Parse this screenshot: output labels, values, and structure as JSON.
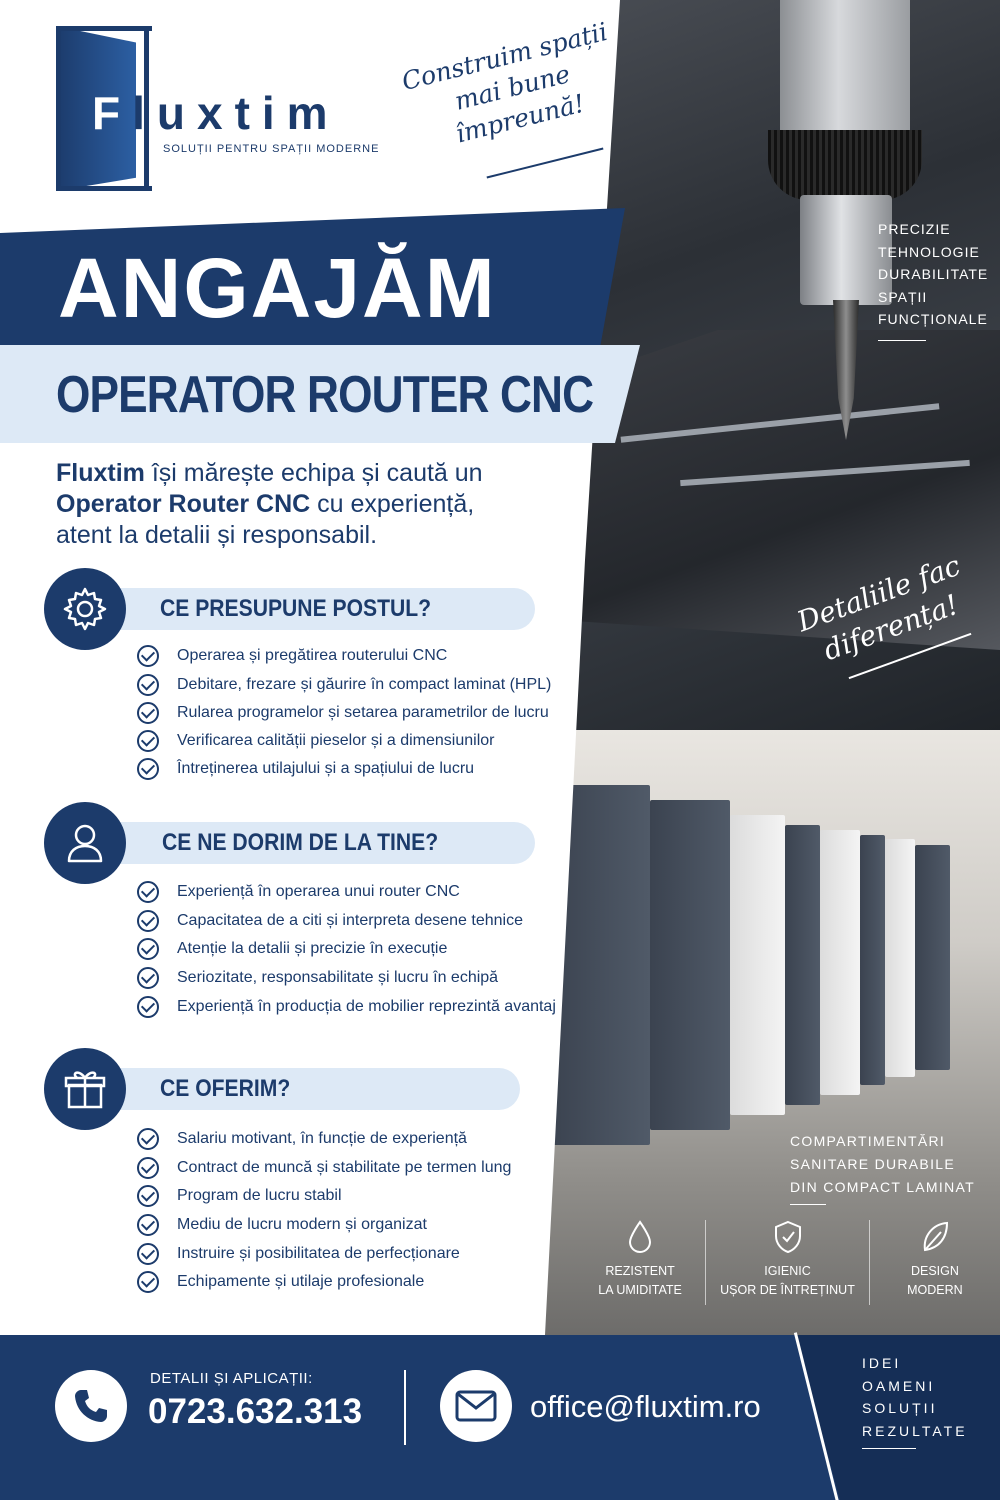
{
  "brand": {
    "name_first_letter": "F",
    "name_rest": "luxtim",
    "tagline": "SOLUȚII PENTRU SPAȚII MODERNE",
    "slogan": "Construim spații mai bune împreună!",
    "color_primary": "#1c3b6b",
    "color_light": "#dde9f6"
  },
  "headline": {
    "main": "ANGAJĂM",
    "position": "OPERATOR ROUTER CNC"
  },
  "intro": {
    "company": "Fluxtim",
    "text1": " își mărește echipa și caută un ",
    "role": "Operator Router CNC",
    "text2": " cu experiență, atent la detalii și responsabil."
  },
  "sections": [
    {
      "title": "CE PRESUPUNE POSTUL?",
      "icon": "gear-icon",
      "items": [
        "Operarea și pregătirea routerului CNC",
        "Debitare, frezare și găurire în compact laminat (HPL)",
        "Rularea programelor și setarea parametrilor de lucru",
        "Verificarea calității pieselor și a dimensiunilor",
        "Întreținerea utilajului și a spațiului de lucru"
      ]
    },
    {
      "title": "CE NE DORIM DE LA TINE?",
      "icon": "user-icon",
      "items": [
        "Experiență în operarea unui router CNC",
        "Capacitatea de a citi și interpreta desene tehnice",
        "Atenție la detalii și precizie în execuție",
        "Seriozitate, responsabilitate și lucru în echipă",
        "Experiență în producția de mobilier reprezintă avantaj"
      ]
    },
    {
      "title": "CE OFERIM?",
      "icon": "gift-icon",
      "items": [
        "Salariu motivant, în funcție de experiență",
        "Contract de muncă și stabilitate pe termen lung",
        "Program de lucru stabil",
        "Mediu de lucru modern și organizat",
        "Instruire și posibilitatea de perfecționare",
        "Echipamente și utilaje profesionale"
      ]
    }
  ],
  "photo_tags": {
    "top": [
      "PRECIZIE",
      "TEHNOLOGIE",
      "DURABILITATE",
      "SPAȚII",
      "FUNCȚIONALE"
    ],
    "slogan": "Detaliile fac diferența!",
    "bottom": [
      "COMPARTIMENTĂRI",
      "SANITARE DURABILE",
      "DIN COMPACT LAMINAT"
    ]
  },
  "features": [
    {
      "icon": "water-drop-icon",
      "line1": "REZISTENT",
      "line2": "LA UMIDITATE"
    },
    {
      "icon": "shield-icon",
      "line1": "IGIENIC",
      "line2": "UȘOR DE ÎNTREȚINUT"
    },
    {
      "icon": "leaf-icon",
      "line1": "DESIGN",
      "line2": "MODERN"
    }
  ],
  "footer": {
    "label": "DETALII ȘI APLICAȚII:",
    "phone": "0723.632.313",
    "email": "office@fluxtim.ro",
    "words": [
      "IDEI",
      "OAMENI",
      "SOLUȚII",
      "REZULTATE"
    ]
  }
}
